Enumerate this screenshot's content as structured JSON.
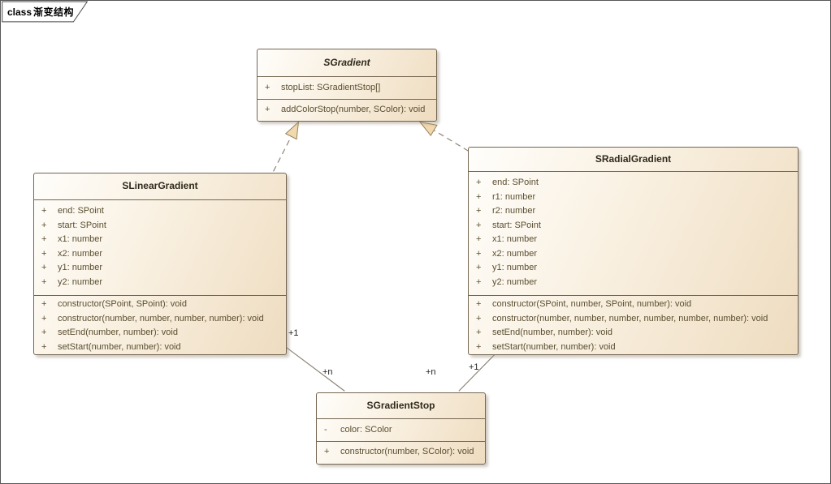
{
  "frame": {
    "keyword": "class",
    "title": "渐变结构"
  },
  "classes": {
    "sGradient": {
      "name": "SGradient",
      "abstract": true,
      "attributes": [
        {
          "visibility": "+",
          "signature": "stopList: SGradientStop[]"
        }
      ],
      "operations": [
        {
          "visibility": "+",
          "signature": "addColorStop(number, SColor): void"
        }
      ]
    },
    "sLinearGradient": {
      "name": "SLinearGradient",
      "abstract": false,
      "attributes": [
        {
          "visibility": "+",
          "signature": "end: SPoint"
        },
        {
          "visibility": "+",
          "signature": "start: SPoint"
        },
        {
          "visibility": "+",
          "signature": "x1: number"
        },
        {
          "visibility": "+",
          "signature": "x2: number"
        },
        {
          "visibility": "+",
          "signature": "y1: number"
        },
        {
          "visibility": "+",
          "signature": "y2: number"
        }
      ],
      "operations": [
        {
          "visibility": "+",
          "signature": "constructor(SPoint, SPoint): void"
        },
        {
          "visibility": "+",
          "signature": "constructor(number, number, number, number): void"
        },
        {
          "visibility": "+",
          "signature": "setEnd(number, number): void"
        },
        {
          "visibility": "+",
          "signature": "setStart(number, number): void"
        }
      ]
    },
    "sRadialGradient": {
      "name": "SRadialGradient",
      "abstract": false,
      "attributes": [
        {
          "visibility": "+",
          "signature": "end: SPoint"
        },
        {
          "visibility": "+",
          "signature": "r1: number"
        },
        {
          "visibility": "+",
          "signature": "r2: number"
        },
        {
          "visibility": "+",
          "signature": "start: SPoint"
        },
        {
          "visibility": "+",
          "signature": "x1: number"
        },
        {
          "visibility": "+",
          "signature": "x2: number"
        },
        {
          "visibility": "+",
          "signature": "y1: number"
        },
        {
          "visibility": "+",
          "signature": "y2: number"
        }
      ],
      "operations": [
        {
          "visibility": "+",
          "signature": "constructor(SPoint, number, SPoint, number): void"
        },
        {
          "visibility": "+",
          "signature": "constructor(number, number, number, number, number, number): void"
        },
        {
          "visibility": "+",
          "signature": "setEnd(number, number): void"
        },
        {
          "visibility": "+",
          "signature": "setStart(number, number): void"
        }
      ]
    },
    "sGradientStop": {
      "name": "SGradientStop",
      "abstract": false,
      "attributes": [
        {
          "visibility": "-",
          "signature": "color: SColor"
        }
      ],
      "operations": [
        {
          "visibility": "+",
          "signature": "constructor(number, SColor): void"
        }
      ]
    }
  },
  "connectors": [
    {
      "type": "realization",
      "from": "SLinearGradient",
      "to": "SGradient"
    },
    {
      "type": "realization",
      "from": "SRadialGradient",
      "to": "SGradient"
    },
    {
      "type": "association",
      "from": "SLinearGradient",
      "to": "SGradientStop",
      "source_label": "+1",
      "target_label": "+n"
    },
    {
      "type": "association",
      "from": "SRadialGradient",
      "to": "SGradientStop",
      "source_label": "+1",
      "target_label": "+n"
    }
  ],
  "colors": {
    "box_fill_light": "#fffefb",
    "box_fill_dark": "#eedcc0",
    "box_border": "#756652",
    "member_text": "#5a4e30",
    "title_text": "#2f2a1d",
    "connector_line": "#8c8678",
    "arrowhead_fill": "#f0d9ae",
    "arrowhead_stroke": "#97825a",
    "label_text": "#222222",
    "frame_border": "#585858"
  }
}
